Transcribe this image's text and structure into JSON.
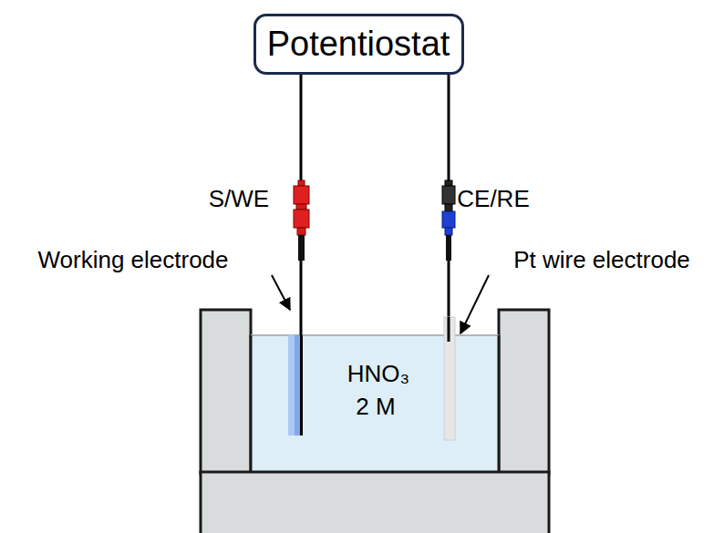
{
  "diagram": {
    "nodes": [
      {
        "text": [
          "Potentiostat"
        ]
      }
    ],
    "labels": [
      "S/WE",
      "CE/RE",
      "Working electrode",
      "Pt wire electrode",
      "HNO₃",
      "2 M"
    ]
  }
}
